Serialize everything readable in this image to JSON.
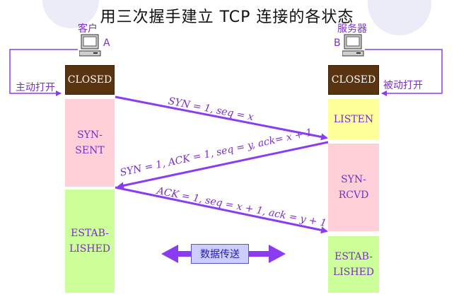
{
  "title": "用三次握手建立 TCP 连接的各状态",
  "client": {
    "label": "客户",
    "letter": "A",
    "action": "主动打开"
  },
  "server": {
    "label": "服务器",
    "letter": "B",
    "action": "被动打开"
  },
  "client_states": [
    "CLOSED",
    "SYN-\nSENT",
    "ESTAB-\nLISHED"
  ],
  "server_states": [
    "CLOSED",
    "LISTEN",
    "SYN-\nRCVD",
    "ESTAB-\nLISHED"
  ],
  "messages": [
    "SYN = 1, seq = x",
    "SYN = 1, ACK = 1, seq = y, ack= x + 1",
    "ACK = 1, seq = x + 1, ack = y + 1"
  ],
  "data_transfer": "数据传送",
  "colors": {
    "arrow": "#8a3cf0",
    "text": "#7b2fc4",
    "closed": "#5a3311",
    "pink": "#ffd0d8",
    "yellow": "#ffff99",
    "green": "#ccff99"
  }
}
